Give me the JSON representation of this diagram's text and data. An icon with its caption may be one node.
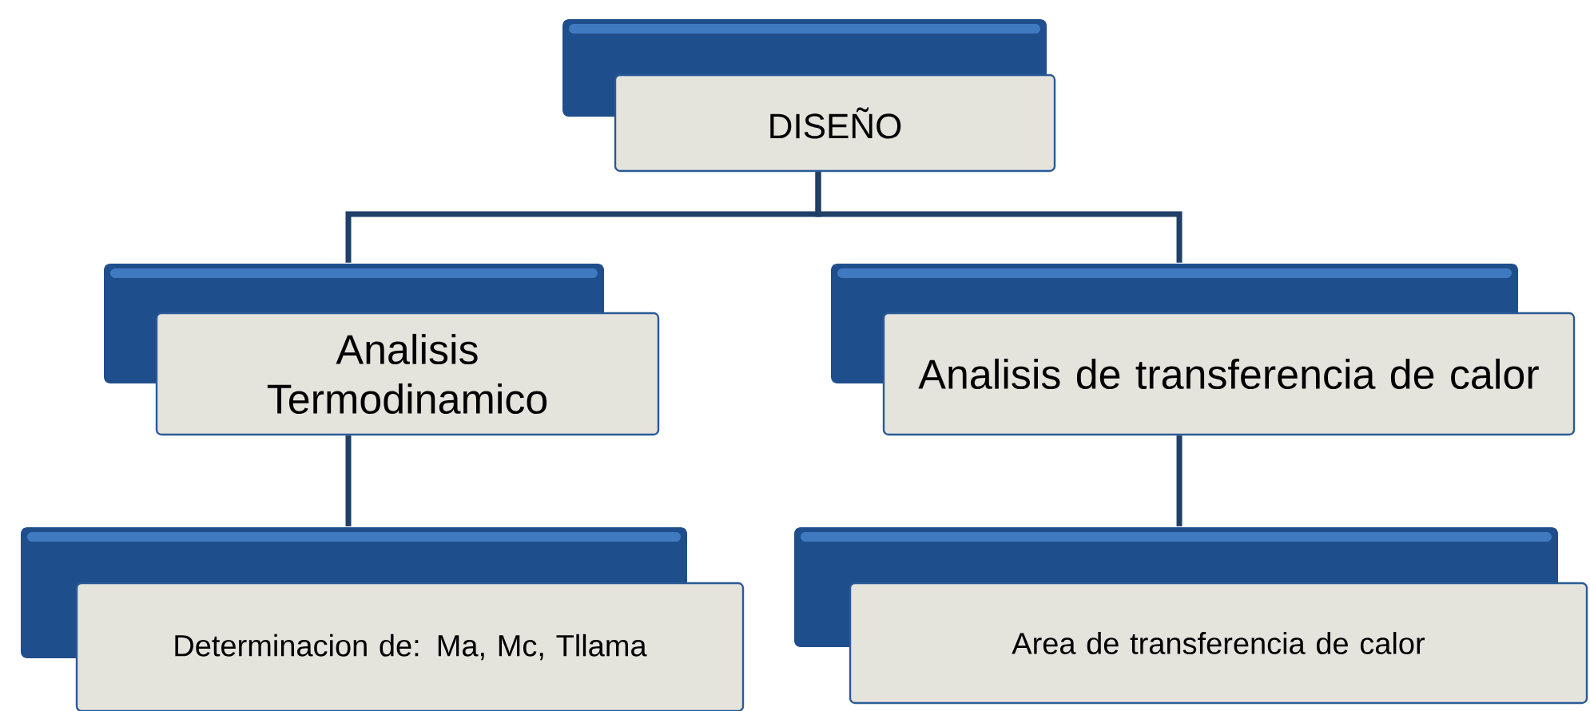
{
  "diagram": {
    "nodes": [
      {
        "text": [
          "DISEÑO"
        ]
      },
      {
        "text": [
          "Analisis Termodinamico"
        ]
      },
      {
        "text": [
          "Analisis de transferencia de calor"
        ]
      },
      {
        "text": [
          "Determinacion de: Ma, Mc, Tllama"
        ]
      },
      {
        "text": [
          "Area de transferencia de calor"
        ]
      }
    ],
    "edges": [
      {
        "from": 0,
        "to": 1,
        "arrow": "none"
      },
      {
        "from": 0,
        "to": 2,
        "arrow": "none"
      },
      {
        "from": 1,
        "to": 3,
        "arrow": "none"
      },
      {
        "from": 2,
        "to": 4,
        "arrow": "none"
      }
    ]
  }
}
